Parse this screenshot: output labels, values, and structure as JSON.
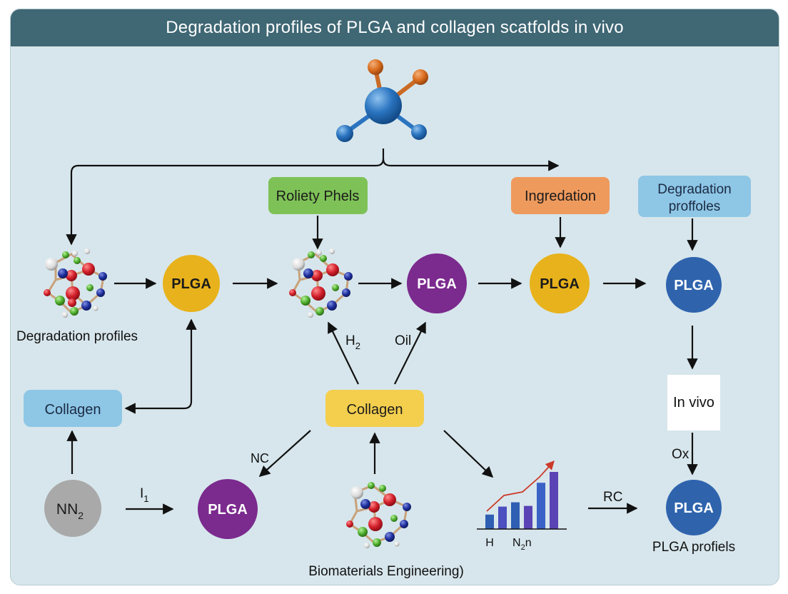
{
  "title": "Degradation profiles of PLGA and collagen scatfolds in vivo",
  "colors": {
    "background": "#d7e6ec",
    "title_bar": "#3f6774",
    "plga_yellow": "#e8b21c",
    "plga_purple": "#7b2a8e",
    "plga_blue": "#2f64ad",
    "collagen_blue": "#8ec6e6",
    "collagen_yellow": "#f4cf4e",
    "box_green": "#7ec257",
    "box_orange": "#ef9a5d",
    "box_blue": "#8ec6e6",
    "nn2_gray": "#a9a9a9"
  },
  "nodes": {
    "plga_1": "PLGA",
    "plga_2": "PLGA",
    "plga_3": "PLGA",
    "plga_4": "PLGA",
    "plga_5": "PLGA",
    "plga_6": "PLGA",
    "collagen_left": "Collagen",
    "collagen_center": "Collagen",
    "nn2_base": "NN",
    "nn2_sub": "2",
    "roliety": "Roliety Phels",
    "ingredation": "Ingredation",
    "degradation_box_line1": "Degradation",
    "degradation_box_line2": "proffoles",
    "in_vivo": "In vivo"
  },
  "captions": {
    "degradation_profiles": "Degradation profiles",
    "biomaterials": "Biomaterials Engineering)",
    "plga_profiles": "PLGA profiels"
  },
  "edge_labels": {
    "h2_base": "H",
    "h2_sub": "2",
    "oil": "Oil",
    "nc": "NC",
    "i1_base": "I",
    "i1_sub": "1",
    "rc": "RC",
    "ox": "Ox"
  },
  "chart_labels": {
    "h": "H",
    "n2n_a": "N",
    "n2n_sub": "2",
    "n2n_b": "n"
  },
  "chart_data": {
    "type": "bar",
    "values": [
      20,
      31,
      37,
      32,
      64,
      79
    ],
    "trend": true
  }
}
